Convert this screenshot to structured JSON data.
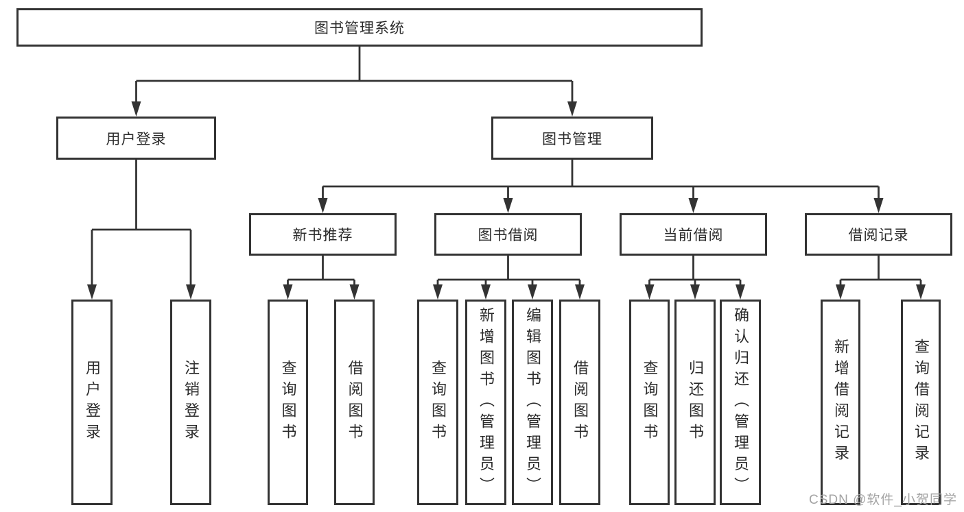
{
  "tree": {
    "root": {
      "label": "图书管理系统"
    },
    "level1": [
      {
        "label": "用户登录"
      },
      {
        "label": "图书管理"
      }
    ],
    "level2": [
      {
        "label": "新书推荐"
      },
      {
        "label": "图书借阅"
      },
      {
        "label": "当前借阅"
      },
      {
        "label": "借阅记录"
      }
    ],
    "leaves": {
      "user_login": [
        "用户登录",
        "注销登录"
      ],
      "new_book": [
        "查询图书",
        "借阅图书"
      ],
      "book_borrow": [
        "查询图书",
        "新增图书（管理员）",
        "编辑图书（管理员）",
        "借阅图书"
      ],
      "current_borrow": [
        "查询图书",
        "归还图书",
        "确认归还（管理员）"
      ],
      "borrow_record": [
        "新增借阅记录",
        "查询借阅记录"
      ]
    }
  },
  "watermark": {
    "text": "CSDN @软件_小贺同学"
  },
  "colors": {
    "line": "#333333",
    "text": "#2b2b2b",
    "background": "#ffffff",
    "watermark": "#a3a3a3"
  }
}
